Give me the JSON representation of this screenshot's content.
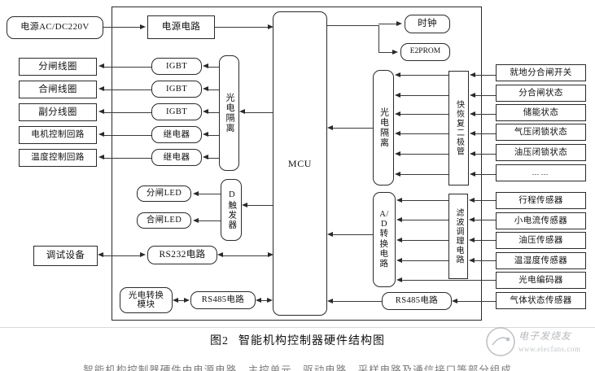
{
  "figure": {
    "caption_number": "图2",
    "caption_title": "智能机构控制器硬件结构图",
    "bottom_cropped_text": "智能机构控制器硬件由电源电路、主控单元、驱动电路、采样电路及通信接口等部分组成"
  },
  "watermark": {
    "brand": "电子发烧友",
    "url": "www.elecfans.com"
  },
  "nodes": {
    "power_source": "电源AC/DC220V",
    "power_circuit": "电源电路",
    "clock": "时钟",
    "eeprom": "E2PROM",
    "mcu": "MCU",
    "opto_isolation_left": "光电隔离",
    "opto_isolation_right": "光电隔离",
    "fast_recovery_diode": "快恢复二极管",
    "ad_converter": "A/D转换电路",
    "filter_conditioning": "滤波调理电路",
    "d_flipflop": "D触发器",
    "rs232": "RS232电路",
    "rs485_left": "RS485电路",
    "rs485_right": "RS485电路",
    "photoelectric_module": "光电转换模块",
    "debug_device": "调试设备",
    "open_led": "分闸LED",
    "close_led": "合闸LED"
  },
  "left_outputs": [
    "分闸线圈",
    "合闸线圈",
    "副分线圈",
    "电机控制回路",
    "温度控制回路"
  ],
  "drivers": [
    "IGBT",
    "IGBT",
    "IGBT",
    "继电器",
    "继电器"
  ],
  "digital_inputs": [
    "就地分合闸开关",
    "分合闸状态",
    "储能状态",
    "气压闭锁状态",
    "油压闭锁状态",
    "……"
  ],
  "analog_inputs": [
    "行程传感器",
    "小电流传感器",
    "油压传感器",
    "温湿度传感器",
    "光电编码器",
    "气体状态传感器"
  ],
  "colors": {
    "line": "#3a3a3a",
    "border": "#2a2a2a",
    "background": "#ffffff",
    "watermark": "#8a8f96"
  }
}
